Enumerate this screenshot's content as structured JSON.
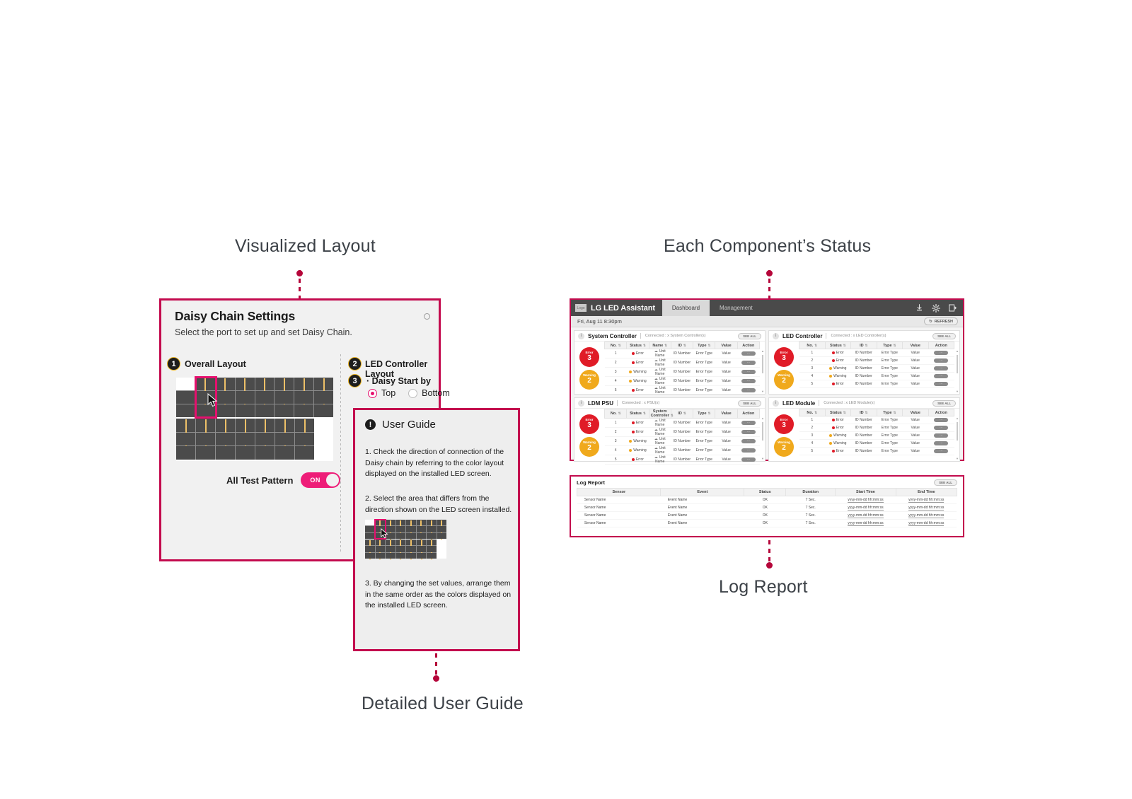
{
  "callouts": {
    "visualized_layout": "Visualized Layout",
    "component_status": "Each Component’s Status",
    "log_report": "Log Report",
    "user_guide": "Detailed User Guide"
  },
  "daisy": {
    "title": "Daisy Chain Settings",
    "subtitle": "Select the port to set up and set Daisy Chain.",
    "badge1": "1",
    "badge2": "2",
    "badge3": "3",
    "overall_layout_label": "Overall Layout",
    "led_controller_layout_label": "LED Controller Layout",
    "daisy_start_by_label": "· Daisy Start by",
    "radio_top": "Top",
    "radio_bottom": "Bottom",
    "all_test_pattern_label": "All Test Pattern",
    "toggle_state": "ON",
    "grid": {
      "top_rows": 3,
      "top_cols": 8,
      "bottom_rows": 3,
      "bottom_cols": 7,
      "selected_col": 2
    }
  },
  "guide": {
    "icon": "!",
    "title": "User Guide",
    "step1": "1. Check the direction of connection of the Daisy chain by referring to the color layout displayed on the installed LED screen.",
    "step2": "2. Select the area that differs from the direction shown on the LED screen installed.",
    "step3": "3. By changing the set values, arrange them in the same order as the colors displayed on the installed LED screen."
  },
  "dashboard": {
    "logo_text": "Logo",
    "brand": "LG LED Assistant",
    "tabs": [
      {
        "label": "Dashboard",
        "active": true
      },
      {
        "label": "Management",
        "active": false
      }
    ],
    "icons": [
      "download-icon",
      "gear-icon",
      "logout-icon"
    ],
    "datetime": "Fri, Aug 11 8:30pm",
    "refresh_label": "REFRESH",
    "see_all_label": "SEE ALL",
    "cards": [
      {
        "name": "System Controller",
        "connected": "Connected : x System Controller(s)",
        "error_label": "Error",
        "error_count": "3",
        "warning_label": "Warning",
        "warning_count": "2",
        "columns": [
          "No.",
          "Status",
          "Name",
          "ID",
          "Type",
          "Value",
          "Action"
        ],
        "rows": [
          {
            "no": "1",
            "status": "Error",
            "level": "error",
            "name": "Unit Name",
            "id": "ID Number",
            "type": "Error Type",
            "value": "Value",
            "action": "···"
          },
          {
            "no": "2",
            "status": "Error",
            "level": "error",
            "name": "Unit Name",
            "id": "ID Number",
            "type": "Error Type",
            "value": "Value",
            "action": "···"
          },
          {
            "no": "3",
            "status": "Warning",
            "level": "warning",
            "name": "Unit Name",
            "id": "ID Number",
            "type": "Error Type",
            "value": "Value",
            "action": "···"
          },
          {
            "no": "4",
            "status": "Warning",
            "level": "warning",
            "name": "Unit Name",
            "id": "ID Number",
            "type": "Error Type",
            "value": "Value",
            "action": "···"
          },
          {
            "no": "5",
            "status": "Error",
            "level": "error",
            "name": "Unit Name",
            "id": "ID Number",
            "type": "Error Type",
            "value": "Value",
            "action": "···"
          }
        ]
      },
      {
        "name": "LED Controller",
        "connected": "Connected : x LED Controller(s)",
        "error_label": "Error",
        "error_count": "3",
        "warning_label": "Warning",
        "warning_count": "2",
        "columns": [
          "No.",
          "Status",
          "ID",
          "Type",
          "Value",
          "Action"
        ],
        "rows": [
          {
            "no": "1",
            "status": "Error",
            "level": "error",
            "id": "ID Number",
            "type": "Error Type",
            "value": "Value",
            "action": "···"
          },
          {
            "no": "2",
            "status": "Error",
            "level": "error",
            "id": "ID Number",
            "type": "Error Type",
            "value": "Value",
            "action": "···"
          },
          {
            "no": "3",
            "status": "Warning",
            "level": "warning",
            "id": "ID Number",
            "type": "Error Type",
            "value": "Value",
            "action": "···"
          },
          {
            "no": "4",
            "status": "Warning",
            "level": "warning",
            "id": "ID Number",
            "type": "Error Type",
            "value": "Value",
            "action": "···"
          },
          {
            "no": "5",
            "status": "Error",
            "level": "error",
            "id": "ID Number",
            "type": "Error Type",
            "value": "Value",
            "action": "···"
          }
        ]
      },
      {
        "name": "LDM PSU",
        "connected": "Connected : x PSU(s)",
        "error_label": "Error",
        "error_count": "3",
        "warning_label": "Warning",
        "warning_count": "2",
        "columns": [
          "No.",
          "Status",
          "System Controller",
          "ID",
          "Type",
          "Value",
          "Action"
        ],
        "rows": [
          {
            "no": "1",
            "status": "Error",
            "level": "error",
            "name": "Unit Name",
            "id": "ID Number",
            "type": "Error Type",
            "value": "Value",
            "action": "···"
          },
          {
            "no": "2",
            "status": "Error",
            "level": "error",
            "name": "Unit Name",
            "id": "ID Number",
            "type": "Error Type",
            "value": "Value",
            "action": "···"
          },
          {
            "no": "3",
            "status": "Warning",
            "level": "warning",
            "name": "Unit Name",
            "id": "ID Number",
            "type": "Error Type",
            "value": "Value",
            "action": "···"
          },
          {
            "no": "4",
            "status": "Warning",
            "level": "warning",
            "name": "Unit Name",
            "id": "ID Number",
            "type": "Error Type",
            "value": "Value",
            "action": "···"
          },
          {
            "no": "5",
            "status": "Error",
            "level": "error",
            "name": "Unit Name",
            "id": "ID Number",
            "type": "Error Type",
            "value": "Value",
            "action": "···"
          }
        ]
      },
      {
        "name": "LED Module",
        "connected": "Connected : x LED Module(s)",
        "error_label": "Error",
        "error_count": "3",
        "warning_label": "Warning",
        "warning_count": "2",
        "columns": [
          "No.",
          "Status",
          "ID",
          "Type",
          "Value",
          "Action"
        ],
        "rows": [
          {
            "no": "1",
            "status": "Error",
            "level": "error",
            "id": "ID Number",
            "type": "Error Type",
            "value": "Value",
            "action": "···"
          },
          {
            "no": "2",
            "status": "Error",
            "level": "error",
            "id": "ID Number",
            "type": "Error Type",
            "value": "Value",
            "action": "···"
          },
          {
            "no": "3",
            "status": "Warning",
            "level": "warning",
            "id": "ID Number",
            "type": "Error Type",
            "value": "Value",
            "action": "···"
          },
          {
            "no": "4",
            "status": "Warning",
            "level": "warning",
            "id": "ID Number",
            "type": "Error Type",
            "value": "Value",
            "action": "···"
          },
          {
            "no": "5",
            "status": "Error",
            "level": "error",
            "id": "ID Number",
            "type": "Error Type",
            "value": "Value",
            "action": "···"
          }
        ]
      }
    ]
  },
  "log": {
    "title": "Log Report",
    "see_all_label": "SEE ALL",
    "columns": [
      "Sensor",
      "Event",
      "Status",
      "Duration",
      "Start Time",
      "End Time"
    ],
    "rows": [
      {
        "sensor": "Sensor Name",
        "event": "Event Name",
        "status": "OK",
        "duration": "7 Sec.",
        "start": "yyyy-mm-dd hh:mm:ss",
        "end": "yyyy-mm-dd hh:mm:ss"
      },
      {
        "sensor": "Sensor Name",
        "event": "Event Name",
        "status": "OK",
        "duration": "7 Sec.",
        "start": "yyyy-mm-dd hh:mm:ss",
        "end": "yyyy-mm-dd hh:mm:ss"
      },
      {
        "sensor": "Sensor Name",
        "event": "Event Name",
        "status": "OK",
        "duration": "7 Sec.",
        "start": "yyyy-mm-dd hh:mm:ss",
        "end": "yyyy-mm-dd hh:mm:ss"
      },
      {
        "sensor": "Sensor Name",
        "event": "Event Name",
        "status": "OK",
        "duration": "7 Sec.",
        "start": "yyyy-mm-dd hh:mm:ss",
        "end": "yyyy-mm-dd hh:mm:ss"
      }
    ]
  },
  "colors": {
    "accent_crimson": "#c30b4e",
    "accent_pink": "#e6106e",
    "error_red": "#e01b27",
    "warning_amber": "#f0a91c",
    "arrow_gold": "#edc068",
    "panel_gray": "#f1f1f1"
  }
}
